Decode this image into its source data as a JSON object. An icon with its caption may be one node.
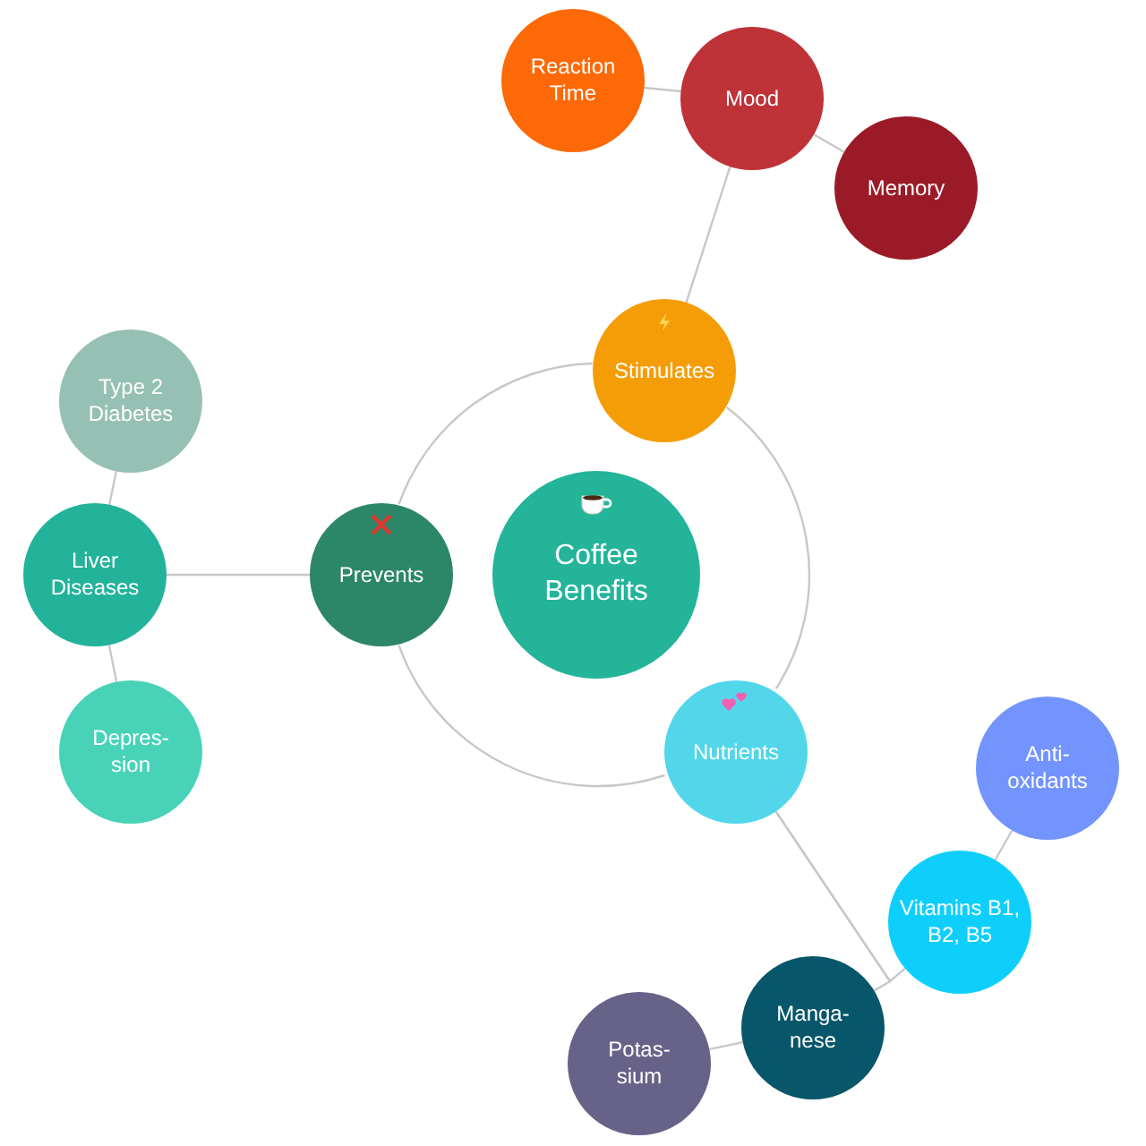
{
  "diagram": {
    "nodes": [
      {
        "text": [
          "Coffee Benefits"
        ]
      },
      {
        "text": [
          "Stimulates"
        ]
      },
      {
        "text": [
          "Mood"
        ]
      },
      {
        "text": [
          "Reaction Time"
        ]
      },
      {
        "text": [
          "Memory"
        ]
      },
      {
        "text": [
          "Prevents"
        ]
      },
      {
        "text": [
          "Liver Diseases"
        ]
      },
      {
        "text": [
          "Type 2 Diabetes"
        ]
      },
      {
        "text": [
          "Depres- sion"
        ]
      },
      {
        "text": [
          "Nutrients"
        ]
      },
      {
        "text": [
          "Manga- nese"
        ]
      },
      {
        "text": [
          "Potas- sium"
        ]
      },
      {
        "text": [
          "Vitamins B1, B2, B5"
        ]
      },
      {
        "text": [
          "Anti- oxidants"
        ]
      }
    ],
    "edges": [
      {
        "from": 1,
        "to": 2,
        "arrow": "none"
      },
      {
        "from": 2,
        "to": 3,
        "arrow": "none"
      },
      {
        "from": 2,
        "to": 4,
        "arrow": "none"
      },
      {
        "from": 5,
        "to": 6,
        "arrow": "none"
      },
      {
        "from": 6,
        "to": 7,
        "arrow": "none"
      },
      {
        "from": 6,
        "to": 8,
        "arrow": "none"
      },
      {
        "from": 9,
        "to": 10,
        "arrow": "none"
      },
      {
        "from": 9,
        "to": 12,
        "arrow": "none"
      },
      {
        "from": 10,
        "to": 11,
        "arrow": "none"
      },
      {
        "from": 12,
        "to": 13,
        "arrow": "none"
      },
      {
        "from": 5,
        "to": 1,
        "arrow": "none"
      },
      {
        "from": 1,
        "to": 9,
        "arrow": "none"
      },
      {
        "from": 9,
        "to": 5,
        "arrow": "none"
      }
    ]
  }
}
